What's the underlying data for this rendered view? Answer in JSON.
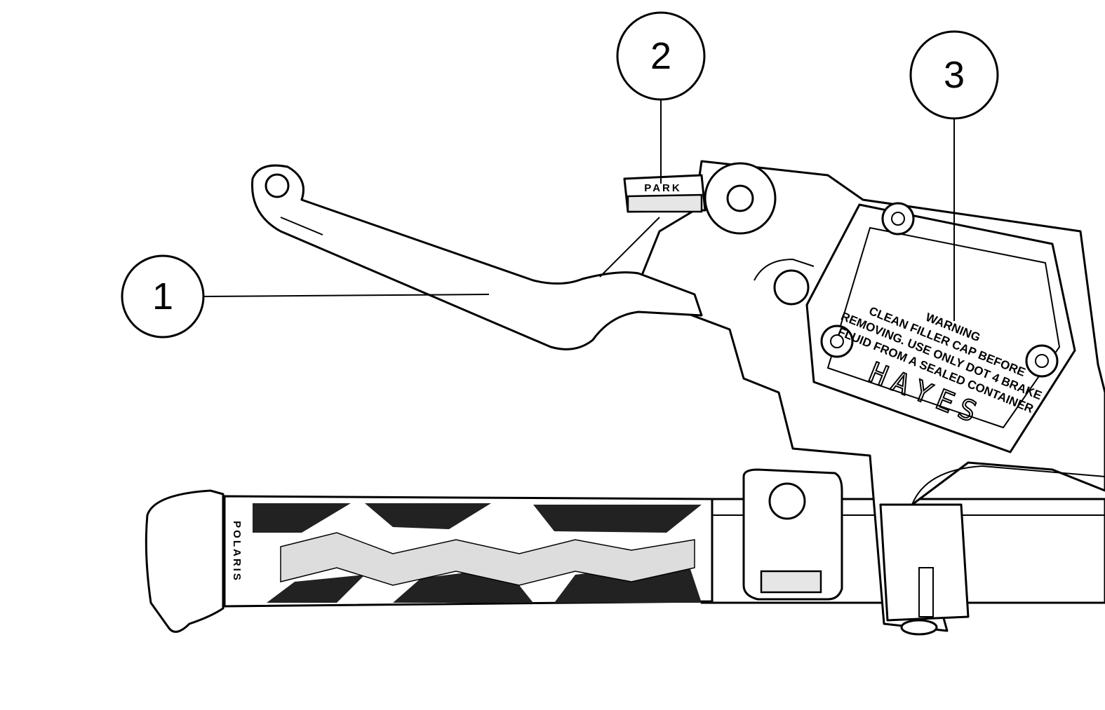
{
  "diagram": {
    "callouts": [
      {
        "number": "1"
      },
      {
        "number": "2"
      },
      {
        "number": "3"
      }
    ],
    "park_label": "PARK",
    "grip_brand": "POLARIS",
    "reservoir_cap": {
      "brand": "HAYES",
      "warning_title": "WARNING",
      "warning_lines": [
        "CLEAN FILLER CAP BEFORE",
        "REMOVING. USE ONLY DOT 4 BRAKE",
        "FLUID FROM A SEALED CONTAINER"
      ]
    }
  }
}
